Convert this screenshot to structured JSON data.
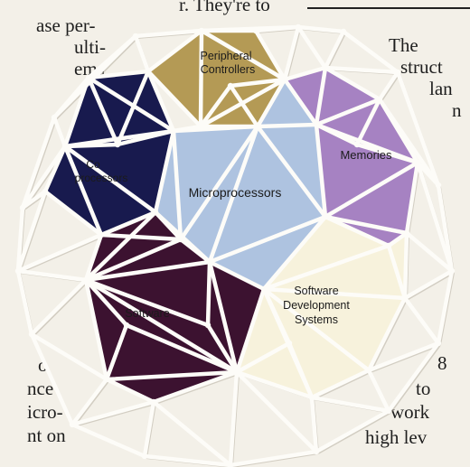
{
  "text_fragments": {
    "left": [
      "r. They're to",
      "ase per-",
      "ulti-",
      "ems",
      "o",
      "nce",
      "icro-",
      "nt on"
    ],
    "right": [
      "The",
      "struct",
      "lan",
      "n",
      "8",
      "to",
      "work",
      "high lev"
    ]
  },
  "segments": {
    "peripheral": {
      "line1": "Peripheral",
      "line2": "Controllers",
      "color": "#b49a55"
    },
    "coprocessors": {
      "line1": "Co",
      "line2": "processors",
      "color": "#181a4e"
    },
    "microprocessors": {
      "label": "Microprocessors",
      "color": "#aec3e0"
    },
    "memories": {
      "label": "Memories",
      "color": "#a682c2"
    },
    "software": {
      "label": "Software",
      "color": "#3c1230"
    },
    "devsystems": {
      "line1": "Software",
      "line2": "Development",
      "line3": "Systems",
      "color": "#f7f2dc"
    }
  },
  "frame_color": "#fdfcf8"
}
